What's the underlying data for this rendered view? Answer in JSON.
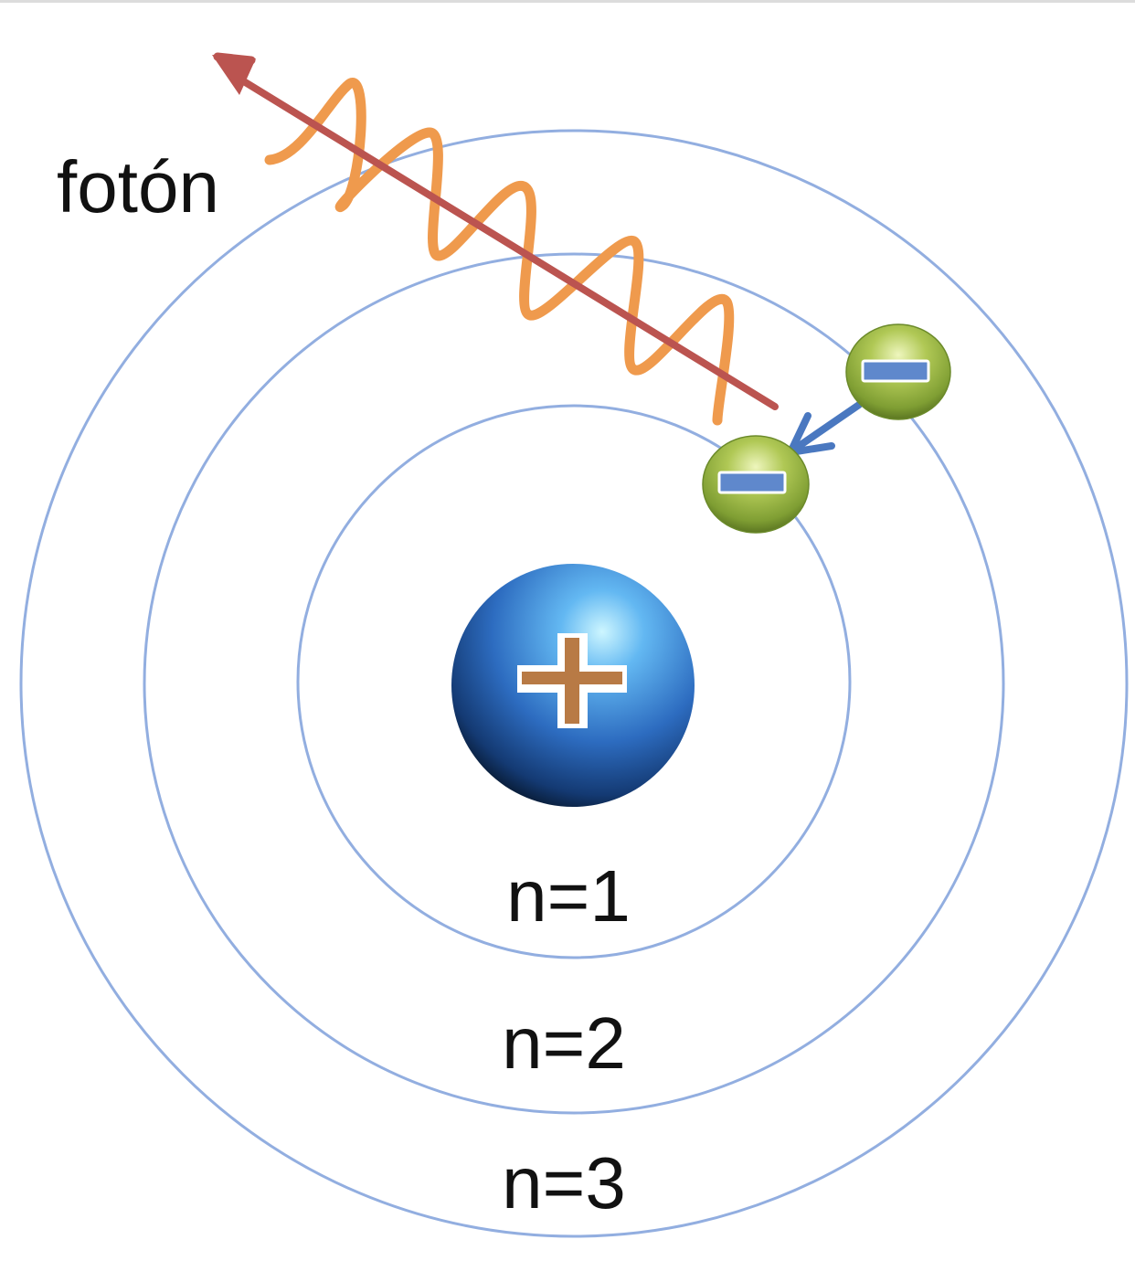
{
  "labels": {
    "photon": "fotón",
    "orbits": [
      "n=1",
      "n=2",
      "n=3"
    ]
  },
  "nucleus": {
    "symbol": "+",
    "charge": "positive"
  },
  "electrons": [
    {
      "symbol": "−",
      "orbit": "n=2",
      "state": "initial"
    },
    {
      "symbol": "−",
      "orbit": "n=1",
      "state": "final"
    }
  ],
  "colors": {
    "orbit": "#92aee0",
    "photon_arrow": "#bb5450",
    "photon_wave": "#ef9a4d",
    "transition_arrow": "#4a78c0",
    "electron": "#8fae3c",
    "electron_bar": "#5f88cc",
    "nucleus": "#2f6fc0",
    "nucleus_plus": "#b87a45",
    "label_text": "#111111"
  },
  "icons": {
    "nucleus": "proton-sphere-icon",
    "electron": "electron-sphere-icon",
    "photon": "wavy-arrow-icon"
  }
}
